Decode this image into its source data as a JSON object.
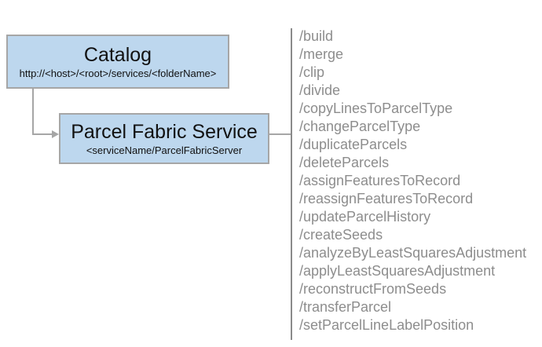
{
  "diagram": {
    "catalog": {
      "title": "Catalog",
      "subtitle": "http://<host>/<root>/services/<folderName>"
    },
    "service": {
      "title": "Parcel Fabric Service",
      "subtitle": "<serviceName/ParcelFabricServer"
    },
    "endpoints": [
      "/build",
      "/merge",
      "/clip",
      "/divide",
      "/copyLinesToParcelType",
      "/changeParcelType",
      "/duplicateParcels",
      "/deleteParcels",
      "/assignFeaturesToRecord",
      "/reassignFeaturesToRecord",
      "/updateParcelHistory",
      "/createSeeds",
      "/analyzeByLeastSquaresAdjustment",
      "/applyLeastSquaresAdjustment",
      "/reconstructFromSeeds",
      "/transferParcel",
      "/setParcelLineLabelPosition"
    ]
  },
  "colors": {
    "box_fill": "#BDD7EE",
    "box_border": "#A6A6A6",
    "connector": "#A6A6A6",
    "rule": "#8A8A8A",
    "endpoint_text": "#8D8D8D",
    "title_text": "#111111"
  }
}
